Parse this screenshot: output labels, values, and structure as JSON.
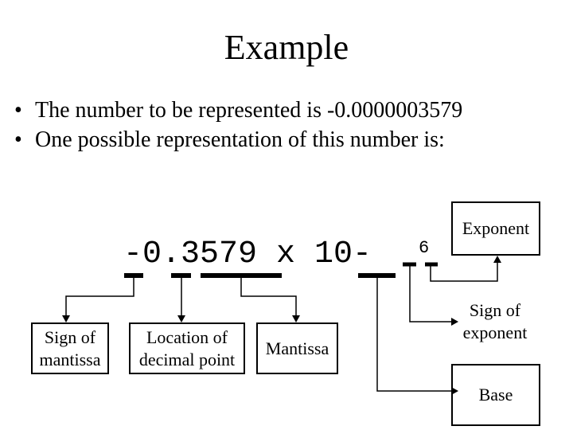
{
  "slide": {
    "title": "Example",
    "bullets": [
      "The number to be represented is -0.0000003579",
      "One possible representation of this number is:"
    ],
    "bullet_glyph": "•"
  },
  "expression": {
    "text": "-0.3579 x 10-",
    "exponent": "6"
  },
  "labels": {
    "sign_of_mantissa": "Sign of mantissa",
    "decimal_point": "Location of decimal point",
    "mantissa": "Mantissa",
    "exponent": "Exponent",
    "sign_of_exponent": "Sign of exponent",
    "base": "Base"
  }
}
